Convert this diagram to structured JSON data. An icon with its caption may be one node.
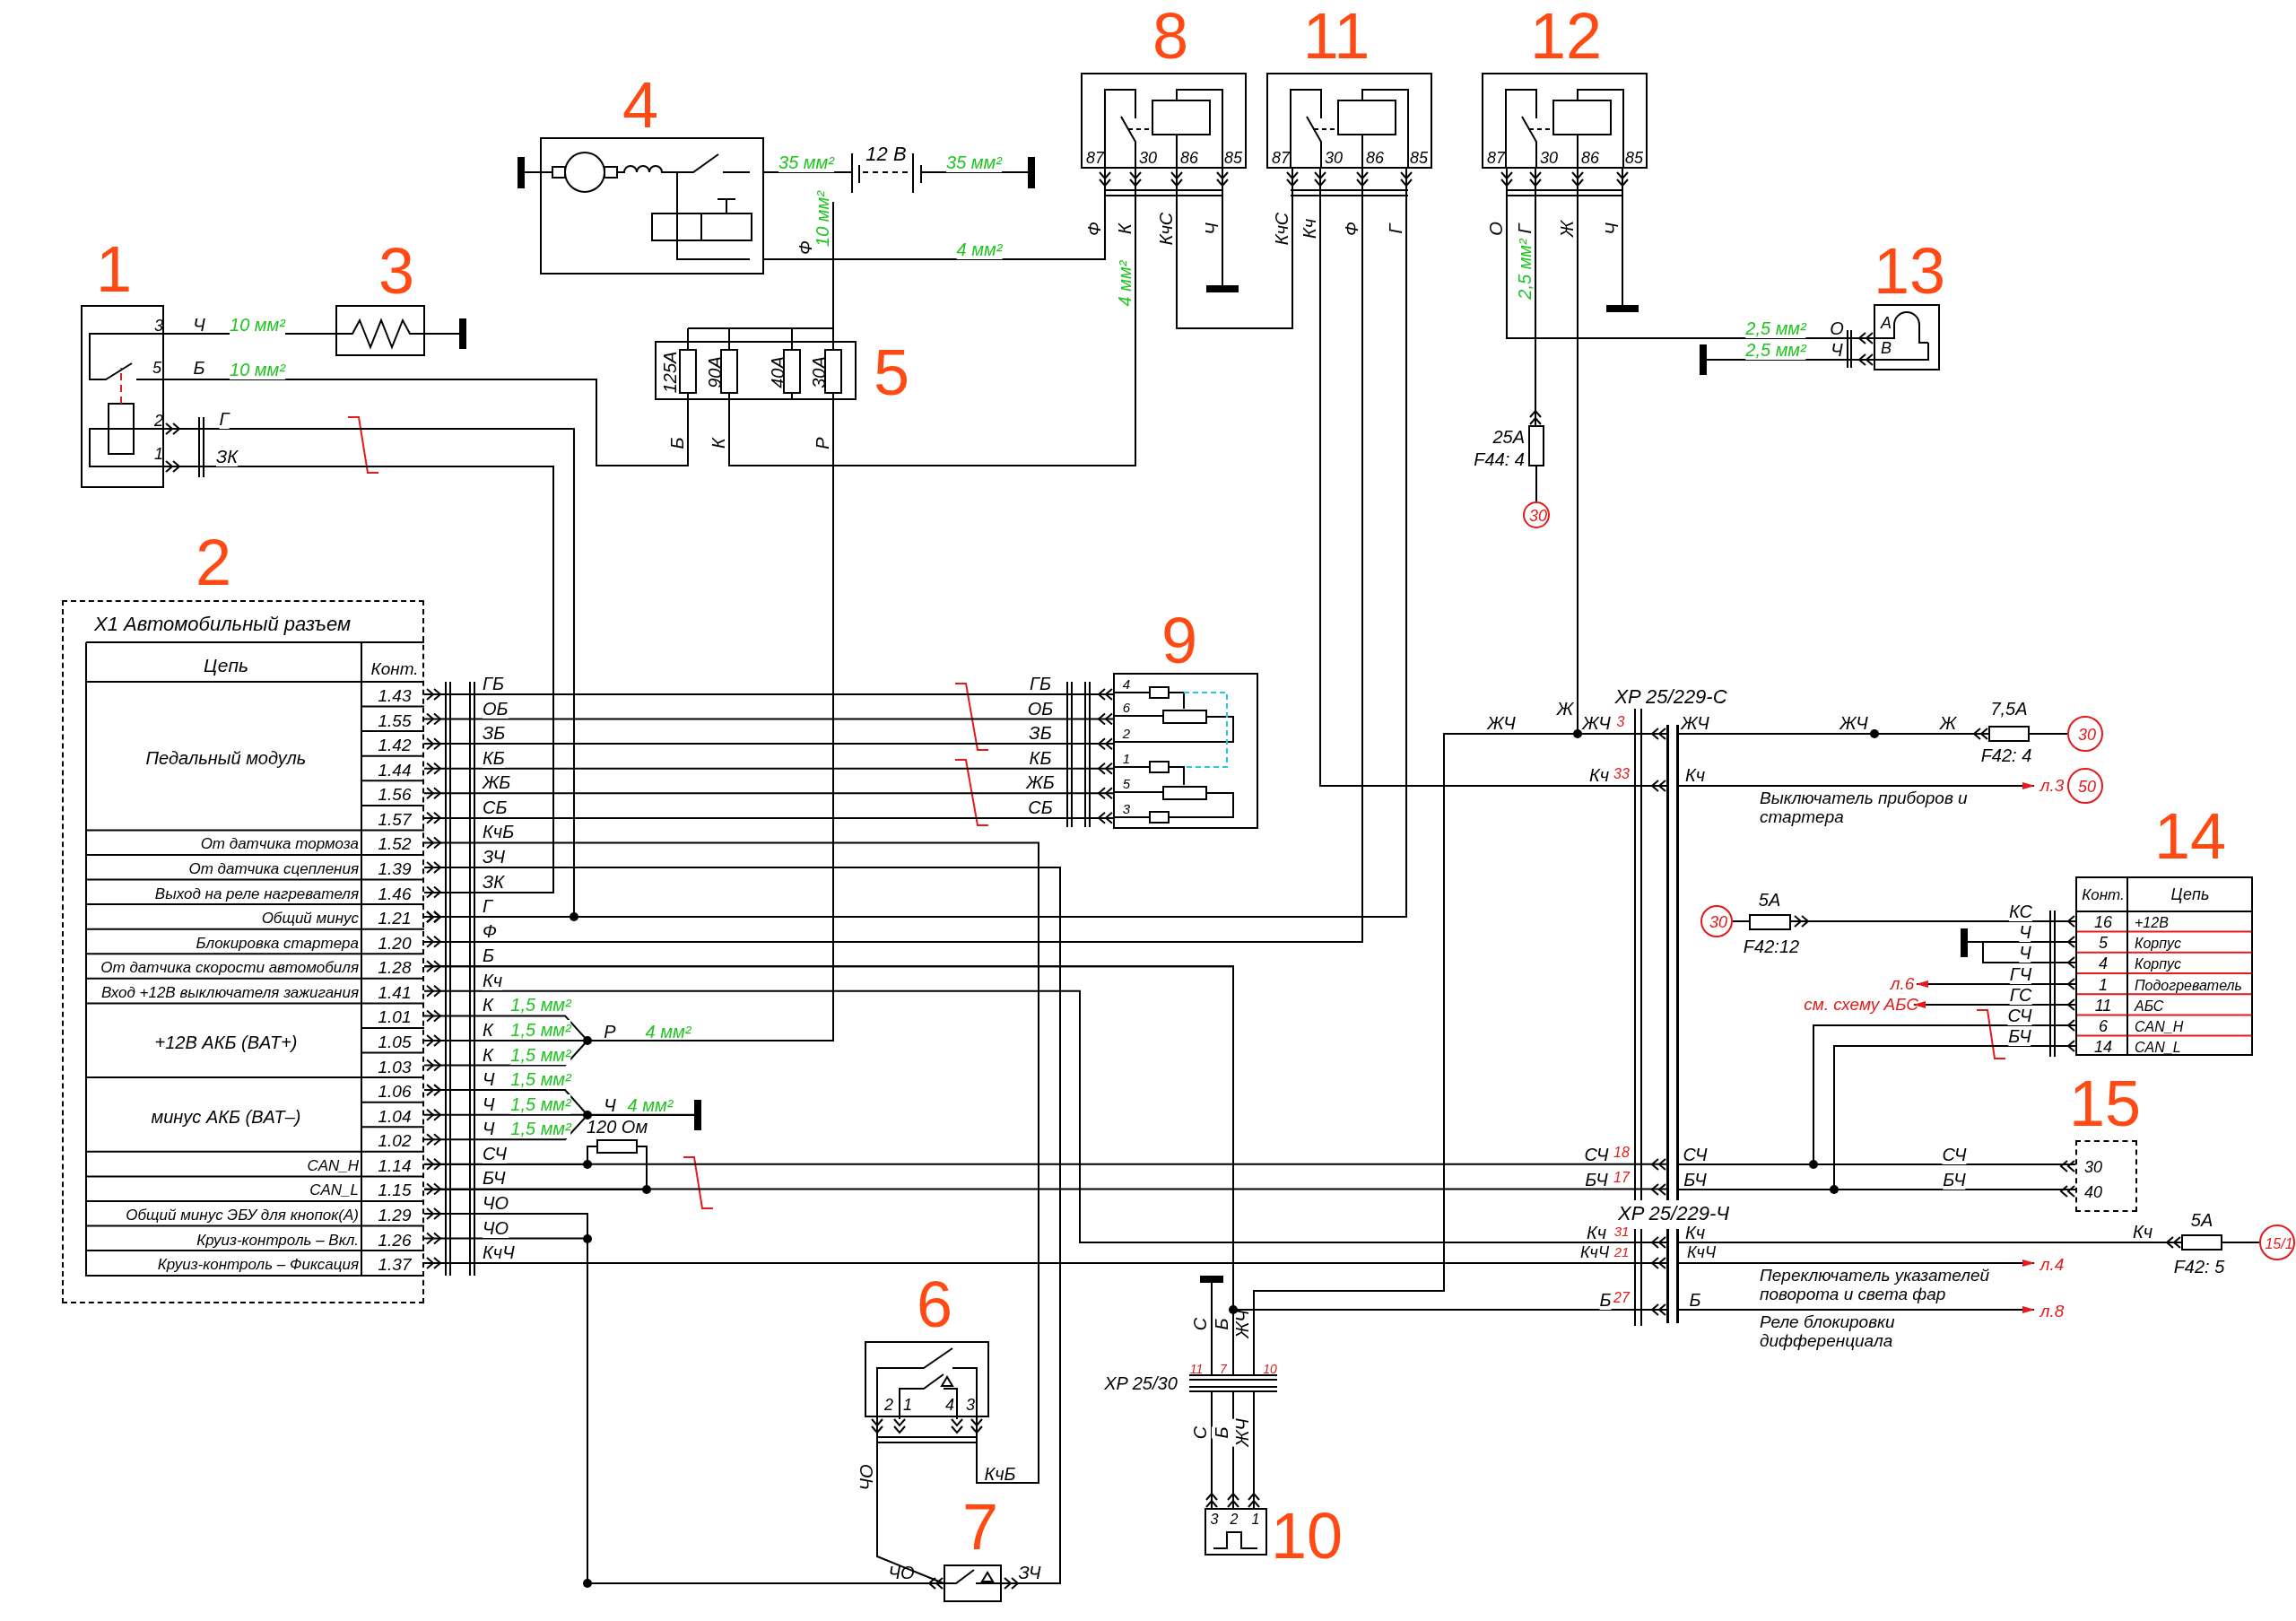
{
  "diagram": {
    "nodes": [
      {
        "text": [
          "1",
          "3",
          "5",
          "2",
          "1"
        ]
      },
      {
        "text": [
          "3"
        ]
      },
      {
        "text": [],
        "shape": "bar"
      },
      {
        "text": [
          "4"
        ]
      },
      {
        "text": [],
        "shape": "bar"
      },
      {
        "text": [
          "12 В"
        ]
      },
      {
        "text": [],
        "shape": "bar"
      },
      {
        "text": [
          "5",
          "125А",
          "90А",
          "40А",
          "30А"
        ]
      },
      {
        "text": [
          "8",
          "87",
          "30",
          "86",
          "85"
        ]
      },
      {
        "text": [],
        "shape": "bar"
      },
      {
        "text": [
          "11",
          "87",
          "30",
          "86",
          "85"
        ]
      },
      {
        "text": [
          "12",
          "87",
          "30",
          "86",
          "85"
        ]
      },
      {
        "text": [],
        "shape": "bar"
      },
      {
        "text": [
          "13",
          "A",
          "B"
        ]
      },
      {
        "text": [],
        "shape": "bar"
      },
      {
        "text": [],
        "shape": "box",
        "beside": [
          "25А",
          "F44: 4"
        ]
      },
      {
        "text": [
          "30"
        ]
      },
      {
        "text": [
          "2",
          "X1 Автомобильный разъем",
          "Цепь",
          "Конт.",
          "Педальный модуль",
          "1.43",
          "1.55",
          "1.42",
          "1.44",
          "1.56",
          "1.57",
          "От датчика тормоза",
          "1.52",
          "От датчика сцепления",
          "1.39",
          "Выход на реле нагревателя",
          "1.46",
          "Общий минус",
          "1.21",
          "Блокировка стартера",
          "1.20",
          "От датчика скорости автомобиля",
          "1.28",
          "Вход +12В выключателя зажигания",
          "1.41",
          "+12В АКБ (BAT+)",
          "1.01",
          "1.05",
          "1.03",
          "минус АКБ (BAT–)",
          "1.06",
          "1.04",
          "1.02",
          "CAN_H",
          "1.14",
          "CAN_L",
          "1.15",
          "Общий минус ЭБУ для кнопок(А)",
          "1.29",
          "Круиз-контроль – Вкл.",
          "1.26",
          "Круиз-контроль – Фиксация",
          "1.37"
        ]
      },
      {
        "text": [
          "9",
          "4",
          "6",
          "2",
          "1",
          "5",
          "3"
        ]
      },
      {
        "text": [],
        "shape": "bar"
      },
      {
        "text": [],
        "shape": "box",
        "beside": [
          "120 Ом"
        ]
      },
      {
        "text": [],
        "shape": "bar",
        "beside": [
          "XP 25/229-С",
          "3",
          "33",
          "18",
          "17"
        ]
      },
      {
        "text": [],
        "shape": "box",
        "beside": [
          "7,5А",
          "F42: 4"
        ]
      },
      {
        "text": [
          "30"
        ]
      },
      {
        "text": [
          "л.3"
        ]
      },
      {
        "text": [
          "50"
        ]
      },
      {
        "text": [],
        "shape": "box",
        "beside": [
          "5А",
          "F42:12"
        ]
      },
      {
        "text": [
          "30"
        ]
      },
      {
        "text": [
          "14",
          "Конт.",
          "Цепь",
          "16",
          "+12В",
          "5",
          "Корпус",
          "4",
          "Корпус",
          "1",
          "Подогреватель",
          "11",
          "АБС",
          "6",
          "CAN_H",
          "14",
          "CAN_L"
        ]
      },
      {
        "text": [],
        "shape": "bar"
      },
      {
        "text": [
          "л.6"
        ]
      },
      {
        "text": [
          "см. схему АБС"
        ]
      },
      {
        "text": [
          "15",
          "30",
          "40"
        ]
      },
      {
        "text": [],
        "shape": "bar",
        "beside": [
          "XP 25/229-Ч",
          "31",
          "21",
          "27"
        ]
      },
      {
        "text": [],
        "shape": "box",
        "beside": [
          "5А",
          "F42: 5"
        ]
      },
      {
        "text": [
          "15/1"
        ]
      },
      {
        "text": [
          "л.4"
        ]
      },
      {
        "text": [
          "л.8"
        ]
      },
      {
        "text": [
          "6",
          "2",
          "1",
          "4",
          "3"
        ]
      },
      {
        "text": [],
        "shape": "bar"
      },
      {
        "text": [
          "11",
          "7",
          "10"
        ],
        "beside": [
          "XP 25/30"
        ]
      },
      {
        "text": [
          "3",
          "2",
          "1",
          "10"
        ]
      },
      {
        "text": [
          "7"
        ]
      }
    ],
    "edges": [
      {
        "from": 0,
        "to": 1,
        "arrow": "none",
        "label": "10 мм²"
      },
      {
        "from": 1,
        "to": 2,
        "arrow": "none"
      },
      {
        "from": 0,
        "to": 7,
        "arrow": "none",
        "label": "10 мм²"
      },
      {
        "from": 0,
        "to": 17,
        "arrow": "other",
        "label": "Г"
      },
      {
        "from": 0,
        "to": 17,
        "arrow": "other",
        "label": "ЗК"
      },
      {
        "from": 3,
        "to": 4,
        "arrow": "none"
      },
      {
        "from": 3,
        "to": 5,
        "arrow": "none",
        "label": "35 мм²"
      },
      {
        "from": 5,
        "to": 6,
        "arrow": "none",
        "label": "35 мм²"
      },
      {
        "from": 5,
        "to": 7,
        "arrow": "none",
        "label": "10 мм²"
      },
      {
        "from": 3,
        "to": 8,
        "arrow": "other",
        "label": "4 мм²"
      },
      {
        "from": 8,
        "to": 7,
        "arrow": "other",
        "label": "4 мм²"
      },
      {
        "from": 8,
        "to": 10,
        "arrow": "other",
        "label": "КчС"
      },
      {
        "from": 8,
        "to": 9,
        "arrow": "other",
        "label": "Ч"
      },
      {
        "from": 10,
        "to": 21,
        "arrow": "other",
        "label": "Кч"
      },
      {
        "from": 17,
        "to": 10,
        "arrow": "other",
        "label": "Ф"
      },
      {
        "from": 17,
        "to": 10,
        "arrow": "other",
        "label": "Г"
      },
      {
        "from": 11,
        "to": 13,
        "arrow": "other",
        "label": "2,5 мм²"
      },
      {
        "from": 13,
        "to": 14,
        "arrow": "other",
        "label": "2,5 мм²"
      },
      {
        "from": 11,
        "to": 15,
        "arrow": "other",
        "label": "2,5 мм²"
      },
      {
        "from": 15,
        "to": 16,
        "arrow": "none"
      },
      {
        "from": 11,
        "to": 21,
        "arrow": "other",
        "label": "Ж"
      },
      {
        "from": 11,
        "to": 12,
        "arrow": "other",
        "label": "Ч"
      },
      {
        "from": 17,
        "to": 18,
        "arrow": "other",
        "label": "ГБ"
      },
      {
        "from": 17,
        "to": 18,
        "arrow": "other",
        "label": "ОБ"
      },
      {
        "from": 17,
        "to": 18,
        "arrow": "other",
        "label": "ЗБ"
      },
      {
        "from": 17,
        "to": 18,
        "arrow": "other",
        "label": "КБ"
      },
      {
        "from": 17,
        "to": 18,
        "arrow": "other",
        "label": "ЖБ"
      },
      {
        "from": 17,
        "to": 18,
        "arrow": "other",
        "label": "СБ"
      },
      {
        "from": 17,
        "to": 38,
        "arrow": "other",
        "label": "КчБ"
      },
      {
        "from": 17,
        "to": 42,
        "arrow": "other",
        "label": "ЗЧ"
      },
      {
        "from": 17,
        "to": 40,
        "arrow": "other",
        "label": "Б"
      },
      {
        "from": 17,
        "to": 33,
        "arrow": "other",
        "label": "Б"
      },
      {
        "from": 40,
        "to": 21,
        "arrow": "none",
        "label": "ЖЧ"
      },
      {
        "from": 40,
        "to": 39,
        "arrow": "none",
        "label": "С"
      },
      {
        "from": 40,
        "to": 41,
        "arrow": "other",
        "label": "С"
      },
      {
        "from": 40,
        "to": 41,
        "arrow": "other",
        "label": "Б"
      },
      {
        "from": 40,
        "to": 41,
        "arrow": "other",
        "label": "ЖЧ"
      },
      {
        "from": 17,
        "to": 33,
        "arrow": "other",
        "label": "Кч"
      },
      {
        "from": 33,
        "to": 34,
        "arrow": "other",
        "label": "Кч"
      },
      {
        "from": 34,
        "to": 35,
        "arrow": "none"
      },
      {
        "from": 17,
        "to": 33,
        "arrow": "other",
        "label": "КчЧ"
      },
      {
        "from": 33,
        "to": 36,
        "arrow": "to",
        "label": "Переключатель указателей поворота и света фар"
      },
      {
        "from": 33,
        "to": 37,
        "arrow": "to",
        "label": "Реле блокировки дифференциала"
      },
      {
        "from": 17,
        "to": 21,
        "arrow": "other",
        "label": "СЧ"
      },
      {
        "from": 17,
        "to": 21,
        "arrow": "other",
        "label": "БЧ"
      },
      {
        "from": 21,
        "to": 32,
        "arrow": "other",
        "label": "СЧ"
      },
      {
        "from": 21,
        "to": 32,
        "arrow": "other",
        "label": "БЧ"
      },
      {
        "from": 28,
        "to": 32,
        "arrow": "other",
        "label": "СЧ"
      },
      {
        "from": 28,
        "to": 32,
        "arrow": "other",
        "label": "БЧ"
      },
      {
        "from": 27,
        "to": 26,
        "arrow": "none"
      },
      {
        "from": 26,
        "to": 28,
        "arrow": "other",
        "label": "КС"
      },
      {
        "from": 28,
        "to": 29,
        "arrow": "other",
        "label": "Ч"
      },
      {
        "from": 28,
        "to": 29,
        "arrow": "other",
        "label": "Ч"
      },
      {
        "from": 28,
        "to": 30,
        "arrow": "to",
        "label": "ГЧ"
      },
      {
        "from": 28,
        "to": 31,
        "arrow": "to",
        "label": "ГС"
      },
      {
        "from": 21,
        "to": 22,
        "arrow": "other",
        "label": "ЖЧ"
      },
      {
        "from": 22,
        "to": 23,
        "arrow": "none"
      },
      {
        "from": 21,
        "to": 24,
        "arrow": "to",
        "label": "Выключатель приборов и стартера"
      },
      {
        "from": 17,
        "to": 7,
        "arrow": "other",
        "label": "1,5 мм²"
      },
      {
        "from": 17,
        "to": 7,
        "arrow": "other",
        "label": "1,5 мм²"
      },
      {
        "from": 17,
        "to": 7,
        "arrow": "other",
        "label": "1,5 мм²"
      },
      {
        "from": 17,
        "to": 19,
        "arrow": "other",
        "label": "1,5 мм²"
      },
      {
        "from": 17,
        "to": 19,
        "arrow": "other",
        "label": "1,5 мм²"
      },
      {
        "from": 17,
        "to": 19,
        "arrow": "other",
        "label": "1,5 мм²"
      },
      {
        "from": 20,
        "to": 17,
        "arrow": "none"
      },
      {
        "from": 20,
        "to": 17,
        "arrow": "none"
      },
      {
        "from": 17,
        "to": 42,
        "arrow": "other",
        "label": "ЧО"
      },
      {
        "from": 17,
        "to": 42,
        "arrow": "other",
        "label": "ЧО"
      },
      {
        "from": 38,
        "to": 42,
        "arrow": "other",
        "label": "ЧО"
      }
    ],
    "labels": [
      "Ф",
      "Ф",
      "К",
      "КчС",
      "Ф",
      "Г",
      "О",
      "Г",
      "Ч",
      "Б",
      "О",
      "Ч",
      "Б",
      "К",
      "Р",
      "ЗК",
      "К",
      "К",
      "К",
      "Ч",
      "Ч",
      "Ч",
      "ГБ",
      "ОБ",
      "ЗБ",
      "КБ",
      "ЖБ",
      "СБ",
      "Р",
      "4 мм²",
      "Ч",
      "4 мм²",
      "Ж",
      "ЖЧ",
      "ЖЧ",
      "Ж",
      "Кч",
      "Кч",
      "СЧ",
      "СЧ",
      "БЧ",
      "БЧ",
      "Кч",
      "Кч",
      "КчЧ",
      "КчЧ",
      "Б",
      "Б",
      "ЖЧ",
      "КчБ",
      "ЧО",
      "ЗЧ"
    ]
  }
}
